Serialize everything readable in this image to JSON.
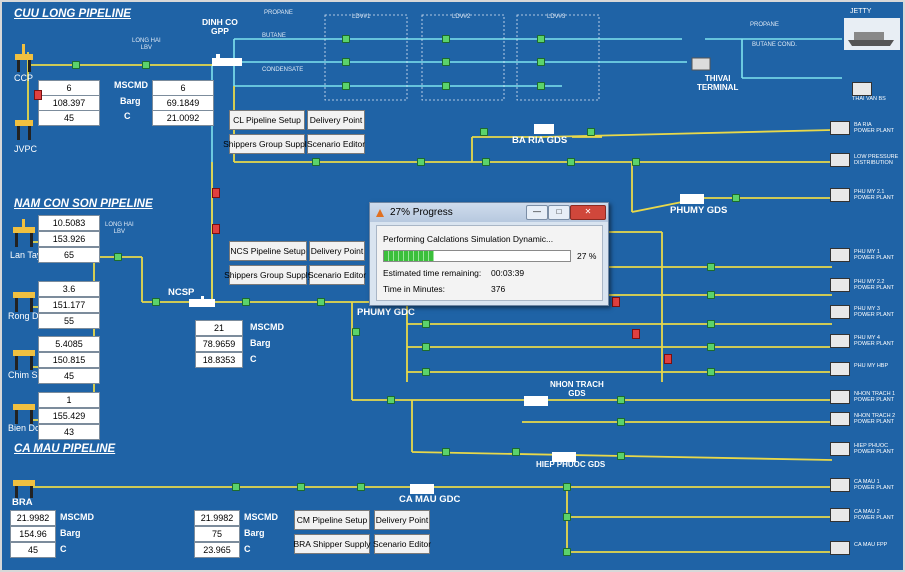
{
  "pipelines": {
    "cuu_long": "CUU LONG PIPELINE",
    "nam_con_son": "NAM CON SON PIPELINE",
    "ca_mau": "CA MAU PIPELINE"
  },
  "sites": {
    "ccp": "CCP",
    "jvpc": "JVPC",
    "lan_tay": "Lan Tay",
    "rong_doi": "Rong Doi",
    "chim_sao": "Chim Sao",
    "bien_dong": "Bien Dong",
    "bra": "BRA",
    "dinh_co": "DINH CO\nGPP",
    "thivai": "THIVAI\nTERMINAL",
    "jetty": "JETTY",
    "ncsp": "NCSP",
    "phumy_gdc": "PHUMY GDC",
    "phumy_gds": "PHUMY GDS",
    "baria_gds": "BA RIA GDS",
    "nhon_trach_gds": "NHON TRACH\nGDS",
    "hiep_phuoc_gds": "HIEP PHUOC GDS",
    "camau_gdc": "CA MAU GDC",
    "long_hai_lbv_1": "LONG HAI\nLBV",
    "long_hai_lbv_2": "LONG HAI\nLBV"
  },
  "units": {
    "flow": "MSCMD",
    "pressure": "Barg",
    "temp": "C"
  },
  "values": {
    "cl_left": [
      "6",
      "108.397",
      "45"
    ],
    "cl_right": [
      "6",
      "69.1849",
      "21.0092"
    ],
    "lan_tay": [
      "10.5083",
      "153.926",
      "65"
    ],
    "rong_doi": [
      "3.6",
      "151.177",
      "55"
    ],
    "chim_sao": [
      "5.4085",
      "150.815",
      "45"
    ],
    "bien_dong": [
      "1",
      "155.429",
      "43"
    ],
    "ncsp": [
      "21",
      "78.9659",
      "18.8353"
    ],
    "bra": [
      "21.9982",
      "154.96",
      "45"
    ],
    "camau_mid": [
      "21.9982",
      "75",
      "23.965"
    ]
  },
  "buttons": {
    "cl_setup": "CL Pipeline Setup",
    "cl_delivery": "Delivery Point",
    "cl_shippers": "Shippers Group Supply",
    "cl_scenario": "Scenario Editor",
    "ncs_setup": "NCS Pipeline Setup",
    "ncs_delivery": "Delivery Point",
    "ncs_shippers": "Shippers Group Supply",
    "ncs_scenario": "Scenario Editor",
    "cm_setup": "CM Pipeline Setup",
    "cm_delivery": "Delivery Point",
    "cm_shippers": "BRA Shipper Supply",
    "cm_scenario": "Scenario Editor"
  },
  "top_labels": {
    "propane_top": "PROPANE",
    "ldv1": "LDV#1",
    "ldv2": "LDV#2",
    "ldv3": "LDV#3",
    "butane": "BUTANE",
    "condensate": "CONDENSATE",
    "propane_r": "PROPANE",
    "butane_cond": "BUTANE     COND."
  },
  "consumers": [
    "BA RIA\nPOWER PLANT",
    "LOW PRESSURE\nDISTRIBUTION",
    "PHU MY 2.1\nPOWER PLANT",
    "PHU MY 1\nPOWER PLANT",
    "PHU MY 2.2\nPOWER PLANT",
    "PHU MY 3\nPOWER PLANT",
    "PHU MY 4\nPOWER PLANT",
    "PHU MY HBP",
    "NHON TRACH 1\nPOWER PLANT",
    "NHON TRACH 2\nPOWER PLANT",
    "HIEP PHUOC\nPOWER PLANT",
    "CA MAU 1\nPOWER PLANT",
    "CA MAU 2\nPOWER PLANT",
    "CA MAU FPP",
    "THAI VAN BS"
  ],
  "dialog": {
    "title": "27%  Progress",
    "status": "Performing Calclations Simulation Dynamic...",
    "percent_label": "27 %",
    "progress": 0.27,
    "time_label": "Estimated time remaining:",
    "time_value": "00:03:39",
    "minutes_label": "Time in Minutes:",
    "minutes_value": "376",
    "minimize": "—",
    "maximize": "□",
    "close": "✕"
  },
  "colors": {
    "background": "#1f63a6",
    "gas_line": "#e8d84a",
    "liquid_line": "#7fe3ee",
    "node": "#5bd36b",
    "valve": "#e04040"
  }
}
